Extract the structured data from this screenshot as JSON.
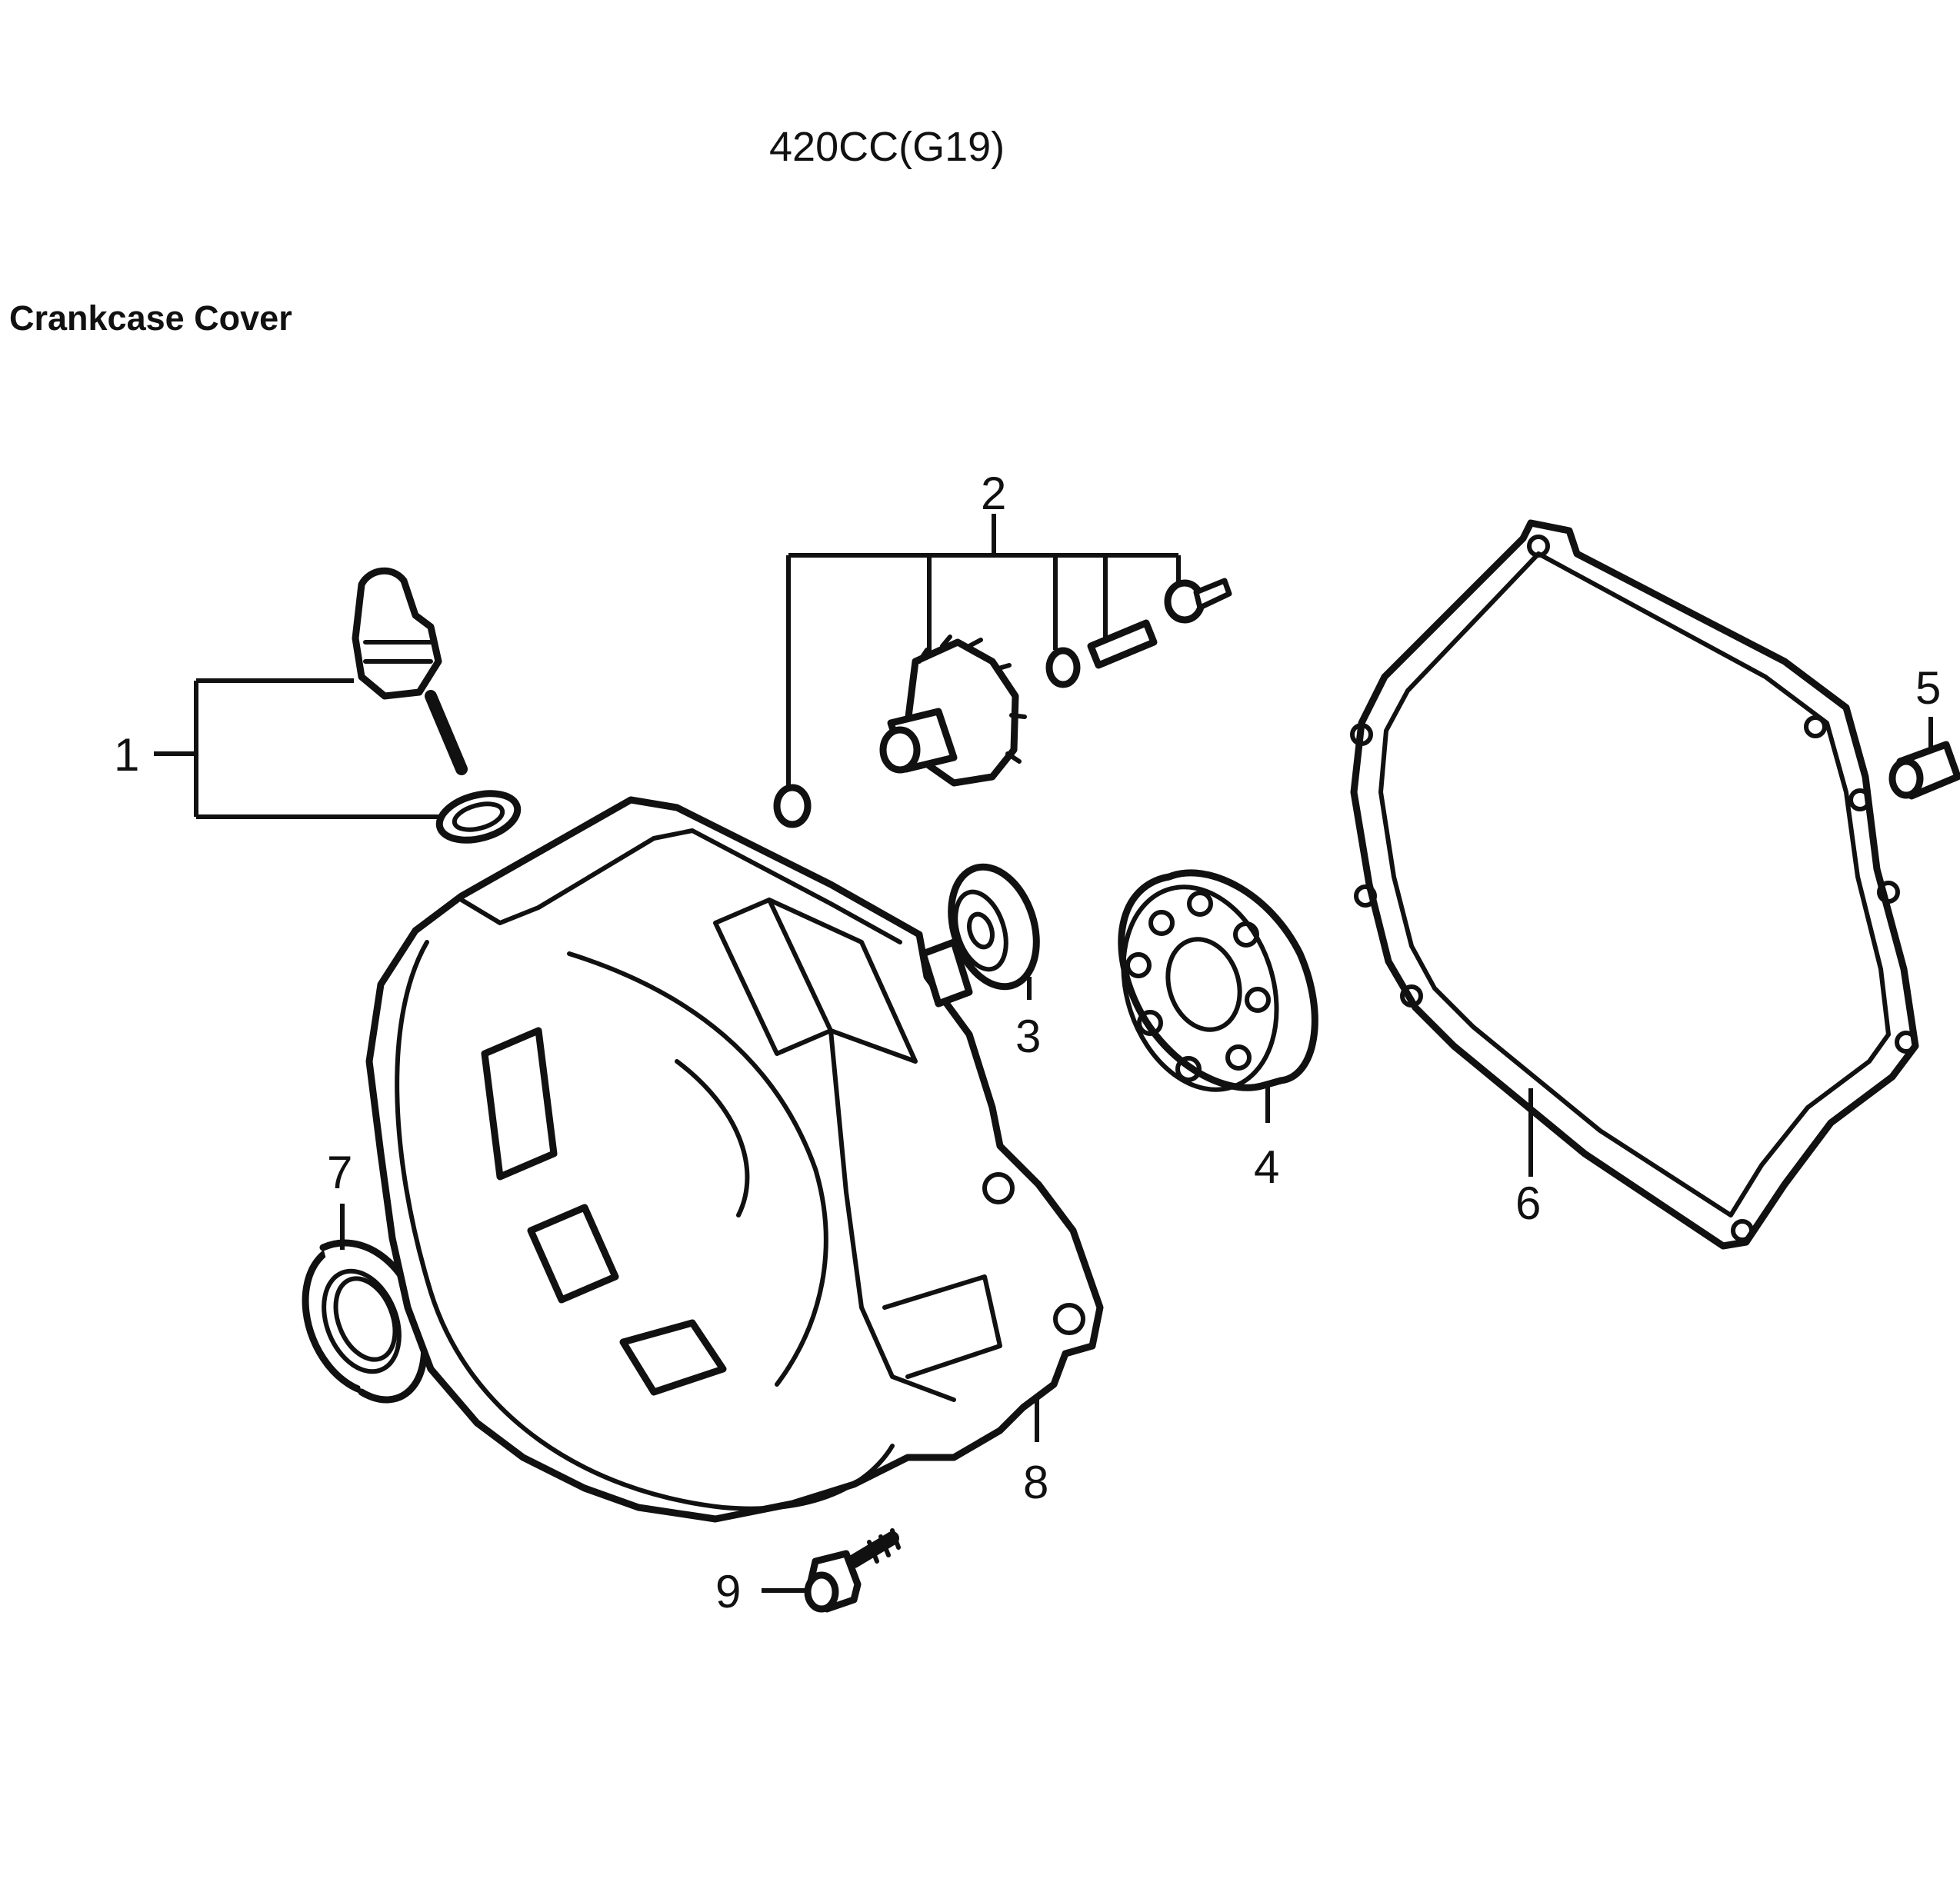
{
  "header": {
    "model": "420CC(G19)",
    "section": "Crankcase Cover"
  },
  "callouts": {
    "c1": "1",
    "c2": "2",
    "c3": "3",
    "c4": "4",
    "c5a": "5",
    "c5b": "5",
    "c6": "6",
    "c7": "7",
    "c8": "8",
    "c9": "9"
  },
  "colors": {
    "ink": "#111111",
    "paper": "#ffffff"
  }
}
